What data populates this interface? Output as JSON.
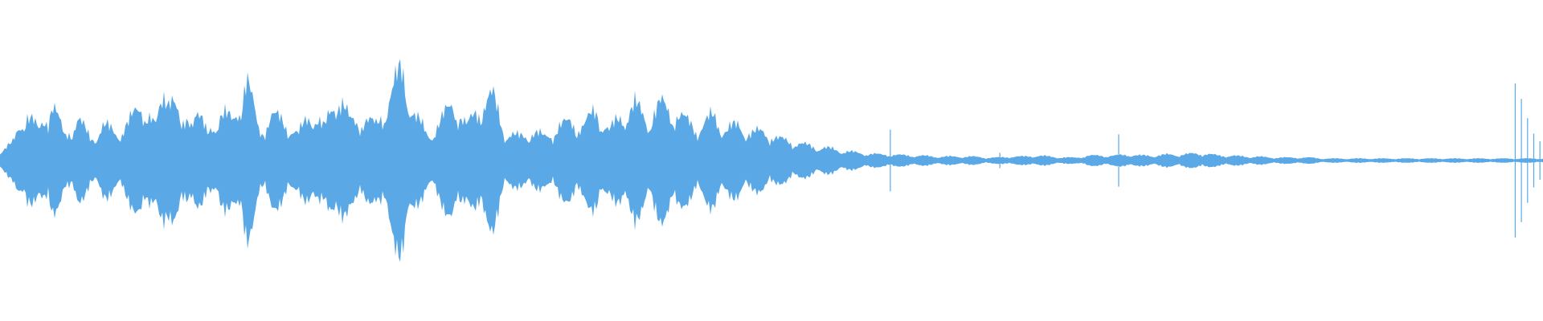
{
  "waveform": {
    "color": "#5AA9E6",
    "background": "#FFFFFF",
    "amplitude_profile": [
      0.1,
      0.18,
      0.52,
      0.3,
      0.62,
      0.24,
      0.44,
      0.22,
      0.36,
      0.28,
      0.4,
      0.6,
      0.34,
      0.88,
      0.3,
      0.58,
      0.26,
      0.5,
      0.4,
      0.86,
      0.3,
      0.46,
      0.4,
      0.26,
      0.52,
      0.32,
      0.72,
      0.4,
      0.44,
      0.36,
      0.64,
      0.94,
      0.46,
      0.26,
      0.4,
      0.62,
      0.34,
      0.58,
      0.66,
      0.28,
      0.24,
      0.3,
      0.24,
      0.34,
      0.4,
      0.36,
      0.52,
      0.3,
      0.48,
      0.56,
      0.42,
      0.58,
      0.5,
      0.4,
      0.34,
      0.46,
      0.32,
      0.36,
      0.28,
      0.3,
      0.22,
      0.2,
      0.16,
      0.14,
      0.12,
      0.1,
      0.08,
      0.07,
      0.06,
      0.06,
      0.05,
      0.05,
      0.04,
      0.04,
      0.04,
      0.04,
      0.03,
      0.03,
      0.04,
      0.04,
      0.05,
      0.04,
      0.03,
      0.03,
      0.05,
      0.05,
      0.05,
      0.06,
      0.05,
      0.05,
      0.06,
      0.06,
      0.07,
      0.07,
      0.05,
      0.05,
      0.04,
      0.04,
      0.03,
      0.03,
      0.03,
      0.03,
      0.02,
      0.02,
      0.02,
      0.02,
      0.02,
      0.02,
      0.02,
      0.02,
      0.02,
      0.02,
      0.02,
      0.02,
      0.02,
      0.02,
      0.02,
      0.02,
      0.02,
      0.02
    ],
    "spikes": [
      {
        "position": 0.577,
        "amplitude": 0.4
      },
      {
        "position": 0.725,
        "amplitude": 0.34
      },
      {
        "position": 0.512,
        "amplitude": 0.08
      },
      {
        "position": 0.648,
        "amplitude": 0.1
      },
      {
        "position": 0.767,
        "amplitude": 0.06
      },
      {
        "position": 0.982,
        "amplitude": 1.0
      },
      {
        "position": 0.986,
        "amplitude": 0.8
      },
      {
        "position": 0.99,
        "amplitude": 0.55
      },
      {
        "position": 0.994,
        "amplitude": 0.35
      },
      {
        "position": 0.998,
        "amplitude": 0.25
      }
    ]
  }
}
